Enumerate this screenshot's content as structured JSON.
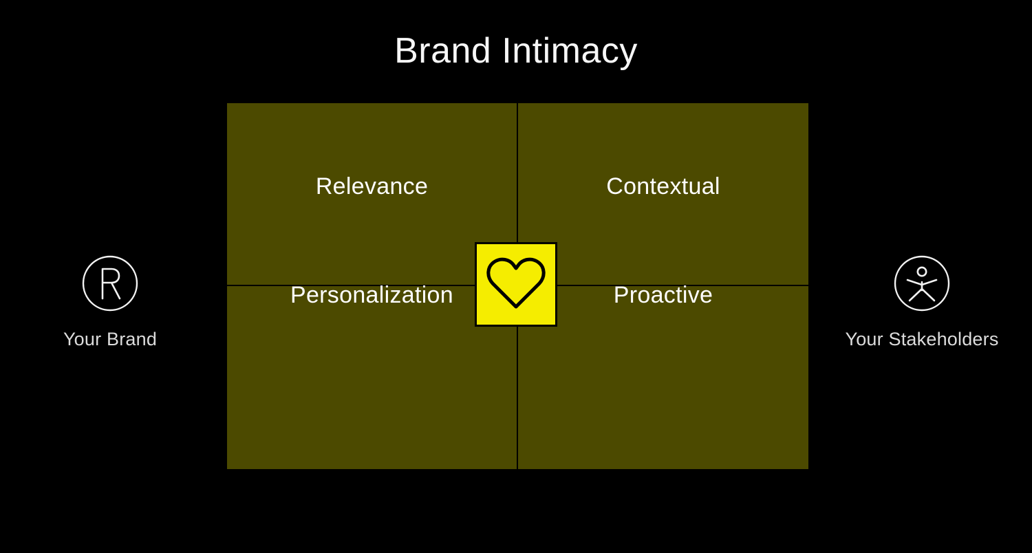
{
  "title": "Brand Intimacy",
  "colors": {
    "background": "#000000",
    "quadrant_fill": "#4c4a00",
    "center_badge_fill": "#f5ed00",
    "text": "#ffffff",
    "label_text": "#dcdcdc"
  },
  "matrix": {
    "quadrants": [
      {
        "position": "top-left",
        "label": "Relevance"
      },
      {
        "position": "top-right",
        "label": "Contextual"
      },
      {
        "position": "bottom-left",
        "label": "Personalization"
      },
      {
        "position": "bottom-right",
        "label": "Proactive"
      }
    ]
  },
  "center": {
    "icon": "heart-icon"
  },
  "endpoints": {
    "left": {
      "icon": "registered-trademark-icon",
      "icon_glyph": "R",
      "label": "Your Brand"
    },
    "right": {
      "icon": "person-accessibility-icon",
      "label": "Your Stakeholders"
    }
  }
}
